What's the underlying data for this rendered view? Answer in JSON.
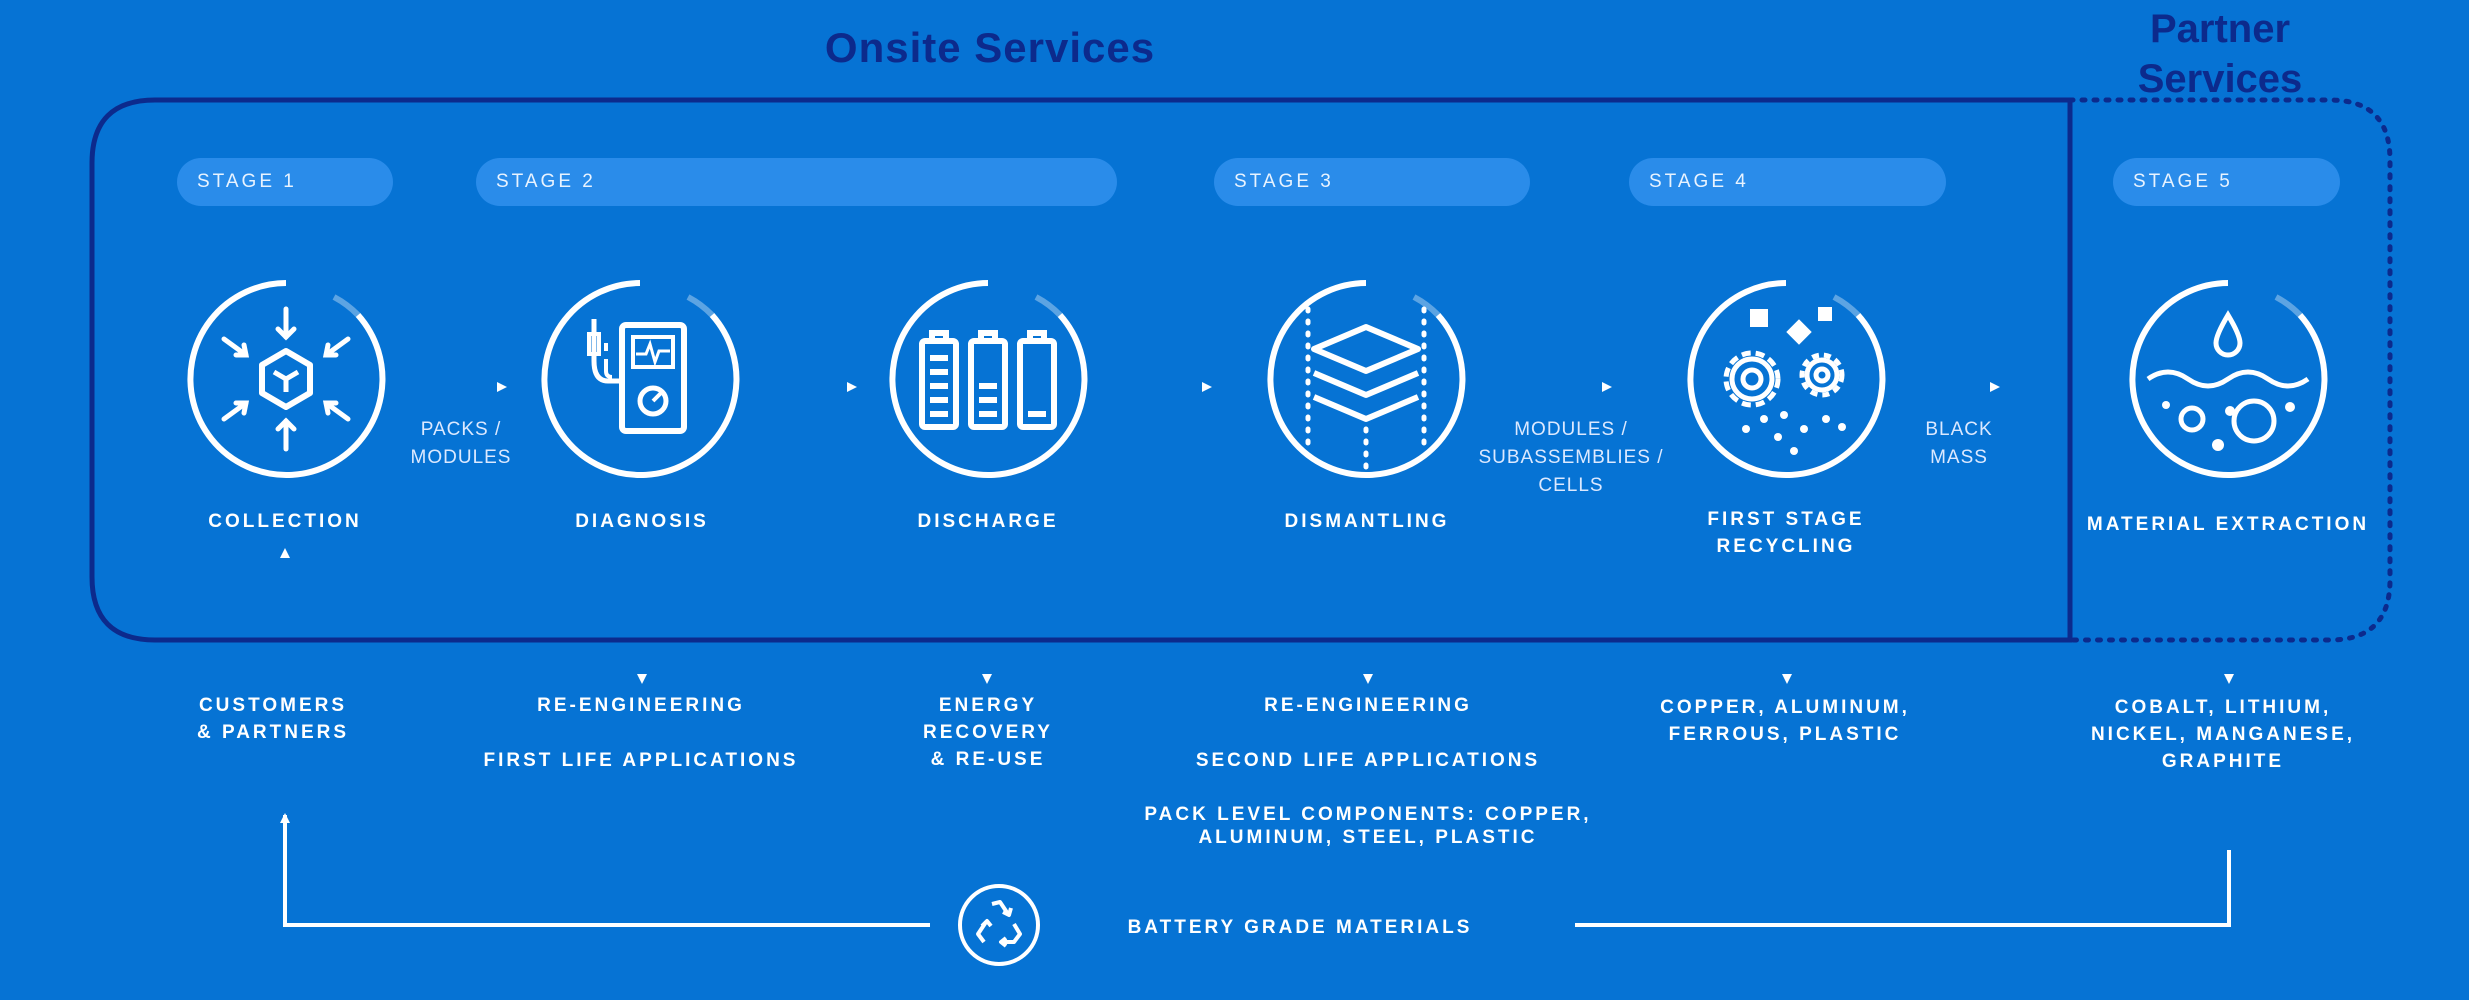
{
  "headers": {
    "onsite": "Onsite Services",
    "partner_line1": "Partner",
    "partner_line2": "Services"
  },
  "stages": [
    {
      "label": "STAGE 1"
    },
    {
      "label": "STAGE 2"
    },
    {
      "label": "STAGE 3"
    },
    {
      "label": "STAGE 4"
    },
    {
      "label": "STAGE 5"
    }
  ],
  "steps": {
    "collection": {
      "label": "COLLECTION",
      "icon": "collection-icon"
    },
    "diagnosis": {
      "label": "DIAGNOSIS",
      "icon": "diagnostic-meter-icon"
    },
    "discharge": {
      "label": "DISCHARGE",
      "icon": "battery-discharge-icon"
    },
    "dismantling": {
      "label": "DISMANTLING",
      "icon": "layers-icon"
    },
    "first_stage": {
      "line1": "FIRST STAGE",
      "line2": "RECYCLING",
      "icon": "gears-icon"
    },
    "material": {
      "label": "MATERIAL EXTRACTION",
      "icon": "extraction-icon"
    }
  },
  "connectors": {
    "packs": {
      "line1": "PACKS /",
      "line2": "MODULES"
    },
    "modules": {
      "line1": "MODULES /",
      "line2": "SUBASSEMBLIES /",
      "line3": "CELLS"
    },
    "black": {
      "line1": "BLACK",
      "line2": "MASS"
    }
  },
  "outputs": {
    "customers": {
      "line1": "CUSTOMERS",
      "line2": "& PARTNERS"
    },
    "reeng1": "RE-ENGINEERING",
    "first_life": "FIRST LIFE APPLICATIONS",
    "energy": {
      "line1": "ENERGY",
      "line2": "RECOVERY",
      "line3": "& RE-USE"
    },
    "reeng2": "RE-ENGINEERING",
    "second_life": "SECOND LIFE APPLICATIONS",
    "pack_level": {
      "line1": "PACK LEVEL COMPONENTS: COPPER,",
      "line2": "ALUMINUM, STEEL, PLASTIC"
    },
    "copper": {
      "line1": "COPPER, ALUMINUM,",
      "line2": "FERROUS, PLASTIC"
    },
    "cobalt": {
      "line1": "COBALT, LITHIUM,",
      "line2": "NICKEL, MANGANESE,",
      "line3": "GRAPHITE"
    }
  },
  "loop": {
    "label": "BATTERY GRADE MATERIALS",
    "icon": "recycle-icon"
  },
  "colors": {
    "background": "#0673d4",
    "frame": "#0c2a8c",
    "pill": "#2a8cea",
    "accent_white": "#ffffff"
  }
}
